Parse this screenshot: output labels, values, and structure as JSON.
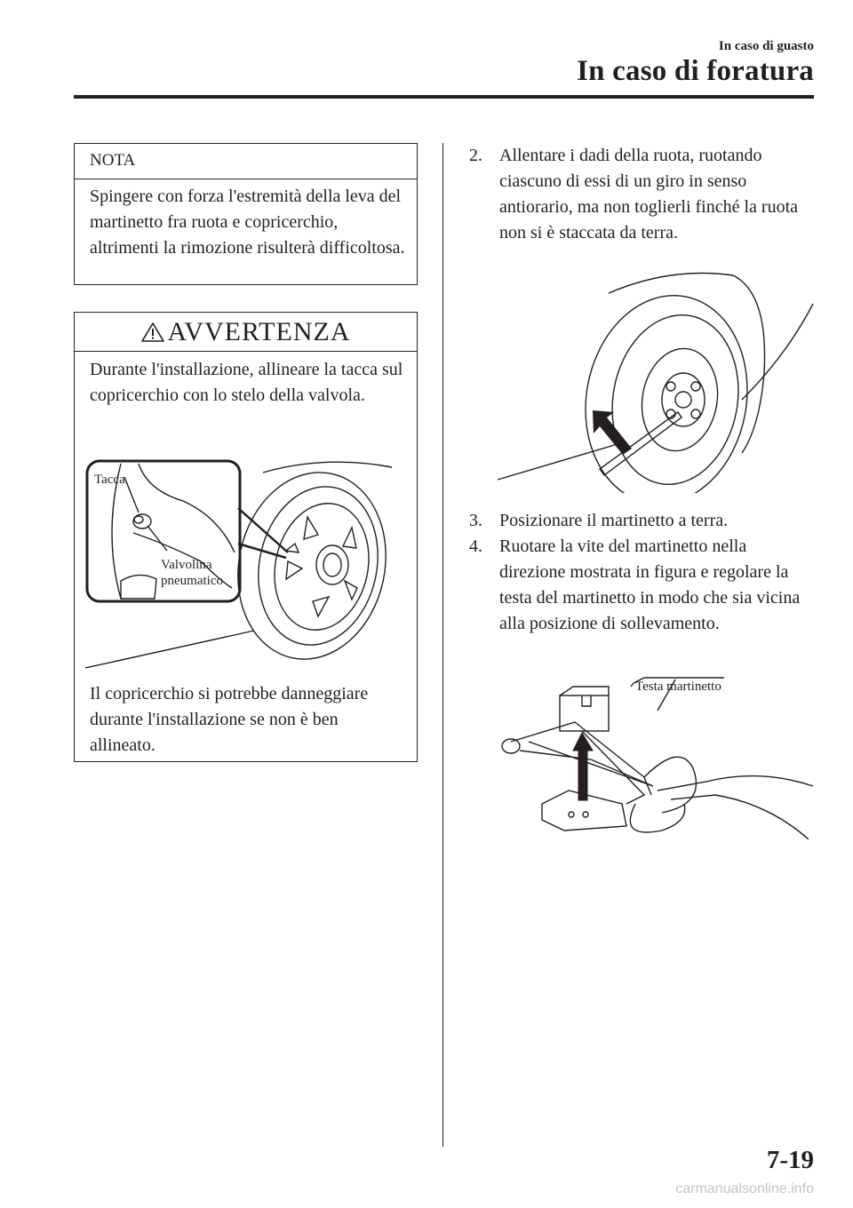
{
  "header": {
    "section": "In caso di guasto",
    "title": "In caso di foratura"
  },
  "nota": {
    "heading": "NOTA",
    "text": "Spingere con forza l'estremità della leva del martinetto fra ruota e copricerchio, altrimenti la rimozione risulterà difficoltosa."
  },
  "warning": {
    "heading": "AVVERTENZA",
    "text1": "Durante l'installazione, allineare la tacca sul copricerchio con lo stelo della valvola.",
    "figure": {
      "label_notch": "Tacca",
      "label_valve_1": "Valvolina",
      "label_valve_2": "pneumatico"
    },
    "text2": "Il copricerchio si potrebbe danneggiare durante l'installazione se non è ben allineato."
  },
  "steps": [
    {
      "num": "2.",
      "text": "Allentare i dadi della ruota, ruotando ciascuno di essi di un giro in senso antiorario, ma non toglierli finché la ruota non si è staccata da terra."
    },
    {
      "num": "3.",
      "text": "Posizionare il martinetto a terra."
    },
    {
      "num": "4.",
      "text": "Ruotare la vite del martinetto nella direzione mostrata in figura e regolare la testa del martinetto in modo che sia vicina alla posizione di sollevamento."
    }
  ],
  "jack_figure": {
    "label_head": "Testa martinetto"
  },
  "footer": {
    "page": "7-19",
    "watermark": "carmanualsonline.info"
  }
}
